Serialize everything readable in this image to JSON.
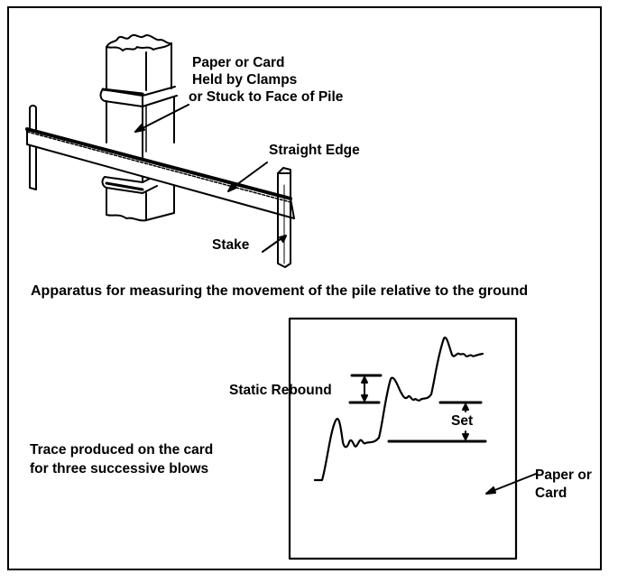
{
  "figure": {
    "apparatus": {
      "labels": {
        "paper_card_line1": "Paper or Card",
        "paper_card_line2": "Held by Clamps",
        "paper_card_line3": "or Stuck to Face of Pile",
        "straight_edge": "Straight Edge",
        "stake": "Stake"
      },
      "caption": "Apparatus for measuring the movement of the pile relative to the ground"
    },
    "trace": {
      "caption_line1": "Trace produced on the card",
      "caption_line2": "for three successive blows",
      "labels": {
        "static_rebound": "Static Rebound",
        "set": "Set",
        "paper_line1": "Paper or",
        "paper_line2": "Card"
      },
      "blows": 3
    }
  }
}
